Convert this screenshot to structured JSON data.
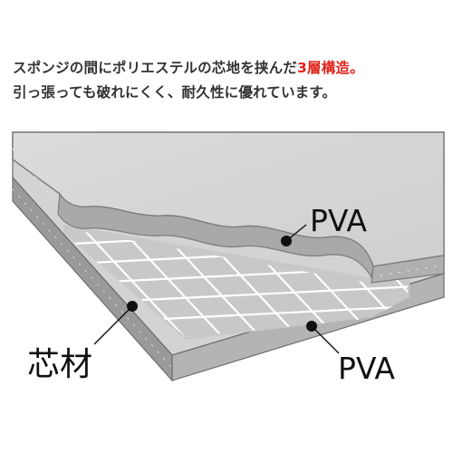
{
  "caption": {
    "line1_prefix": "スポンジの間にポリエステルの芯地を挟んだ",
    "line1_highlight": "3層構造。",
    "line2": "引っ張っても破れにくく、耐久性に優れています。"
  },
  "labels": {
    "pva_top": "PVA",
    "pva_bottom": "PVA",
    "core": "芯材"
  },
  "colors": {
    "highlight": "#e0231a",
    "text": "#333333",
    "pva_layer": "#d6d6d6",
    "pva_edge": "#8a8a8a",
    "core_mesh": "#ffffff"
  }
}
